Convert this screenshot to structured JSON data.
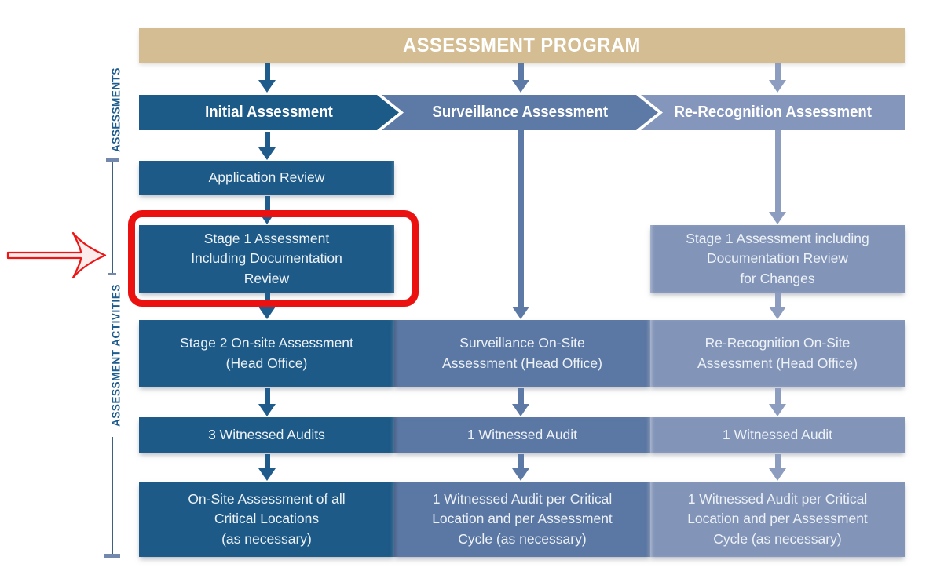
{
  "title": "ASSESSMENT PROGRAM",
  "side_labels": {
    "assessments": "ASSESSMENTS",
    "activities": "ASSESSMENT ACTIVITIES"
  },
  "banners": {
    "initial": "Initial Assessment",
    "surveillance": "Surveillance Assessment",
    "re_recognition": "Re-Recognition Assessment"
  },
  "boxes": {
    "application_review": "Application Review",
    "stage1": "Stage 1 Assessment\nIncluding Documentation\nReview",
    "stage2": "Stage 2 On-site Assessment\n(Head Office)",
    "witnessed3": "3 Witnessed Audits",
    "onsite_all": "On-Site Assessment of all\nCritical Locations\n(as necessary)",
    "surv_onsite": "Surveillance On-Site\nAssessment (Head Office)",
    "surv_witnessed": "1 Witnessed Audit",
    "surv_per_critical": "1 Witnessed Audit per Critical\nLocation and per Assessment\nCycle (as necessary)",
    "rr_stage1": "Stage 1 Assessment including\nDocumentation Review\nfor Changes",
    "rr_onsite": "Re-Recognition On-Site\nAssessment (Head Office)",
    "rr_witnessed": "1 Witnessed Audit",
    "rr_per_critical": "1 Witnessed Audit per Critical\nLocation and per Assessment\nCycle (as necessary)"
  },
  "colors": {
    "header_bg": "#d4bd92",
    "initial_blue": "#1c5a88",
    "surveillance_blue": "#5d79a6",
    "re_recognition_blue": "#8496bb",
    "box_initial": "#1d5a87",
    "box_surveillance": "#5b77a4",
    "box_re_recognition": "#8394b9",
    "arrow_initial": "#1f5c8b",
    "arrow_surveillance": "#5d79a6",
    "arrow_re_recognition": "#8d9dbf",
    "highlight_red": "#ec1111",
    "side_label_blue": "#1d5c8d",
    "bracket_blue_gray": "#7289ad",
    "text_white": "#ffffff"
  }
}
